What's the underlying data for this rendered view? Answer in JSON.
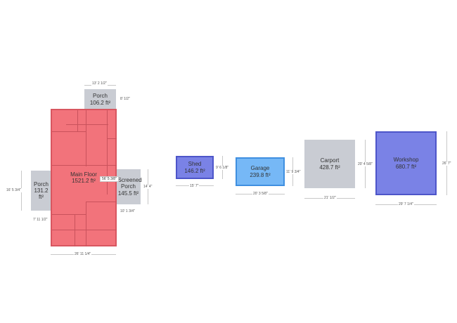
{
  "rooms": {
    "porch_top": {
      "name": "Porch",
      "area": "106.2 ft²"
    },
    "main_floor": {
      "name": "Main Floor",
      "area": "1521.2 ft²",
      "inner_dim": "56' 5 3/8\""
    },
    "porch_left": {
      "name": "Porch",
      "area": "131.2 ft²"
    },
    "screened_porch": {
      "name": "Screened Porch",
      "area": "145.5 ft²"
    },
    "shed": {
      "name": "Shed",
      "area": "146.2 ft²"
    },
    "garage": {
      "name": "Garage",
      "area": "239.8 ft²"
    },
    "carport": {
      "name": "Carport",
      "area": "428.7 ft²"
    },
    "workshop": {
      "name": "Workshop",
      "area": "680.7 ft²"
    }
  },
  "dimensions": {
    "porch_top_width": "13' 2 1/2\"",
    "porch_top_depth": "8' 1/2\"",
    "porch_left_height": "16' 5 3/4\"",
    "porch_left_width": "7' 11 1/2\"",
    "screened_height": "14' 4\"",
    "screened_width": "10' 1 3/4\"",
    "main_width": "26' 11 1/4\"",
    "shed_width": "15' 7\"",
    "shed_height": "9' 6 1/8\"",
    "garage_width": "20' 3 5/8\"",
    "garage_height": "11' 9 3/4\"",
    "carport_width": "21' 1/2\"",
    "carport_height": "20' 4 5/8\"",
    "workshop_width": "29' 7 1/4\"",
    "workshop_height": "26' 7\""
  }
}
